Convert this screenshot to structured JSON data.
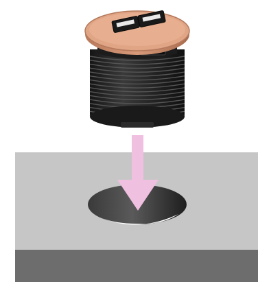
{
  "illustration": {
    "subject": "usb-grommet-installation",
    "components": {
      "usb_charger": {
        "ports": 2,
        "cap_color": "#e0a585",
        "body_color": "#222222",
        "rib_count": 16
      },
      "desk_surface": {
        "top_color": "#c7c6c6",
        "edge_color": "#6e6d6d"
      },
      "hole": {
        "shade_color": "#2f2f2f",
        "light_color": "#ffffff"
      },
      "arrow": {
        "direction": "down",
        "color": "#f0c0e0"
      }
    }
  }
}
